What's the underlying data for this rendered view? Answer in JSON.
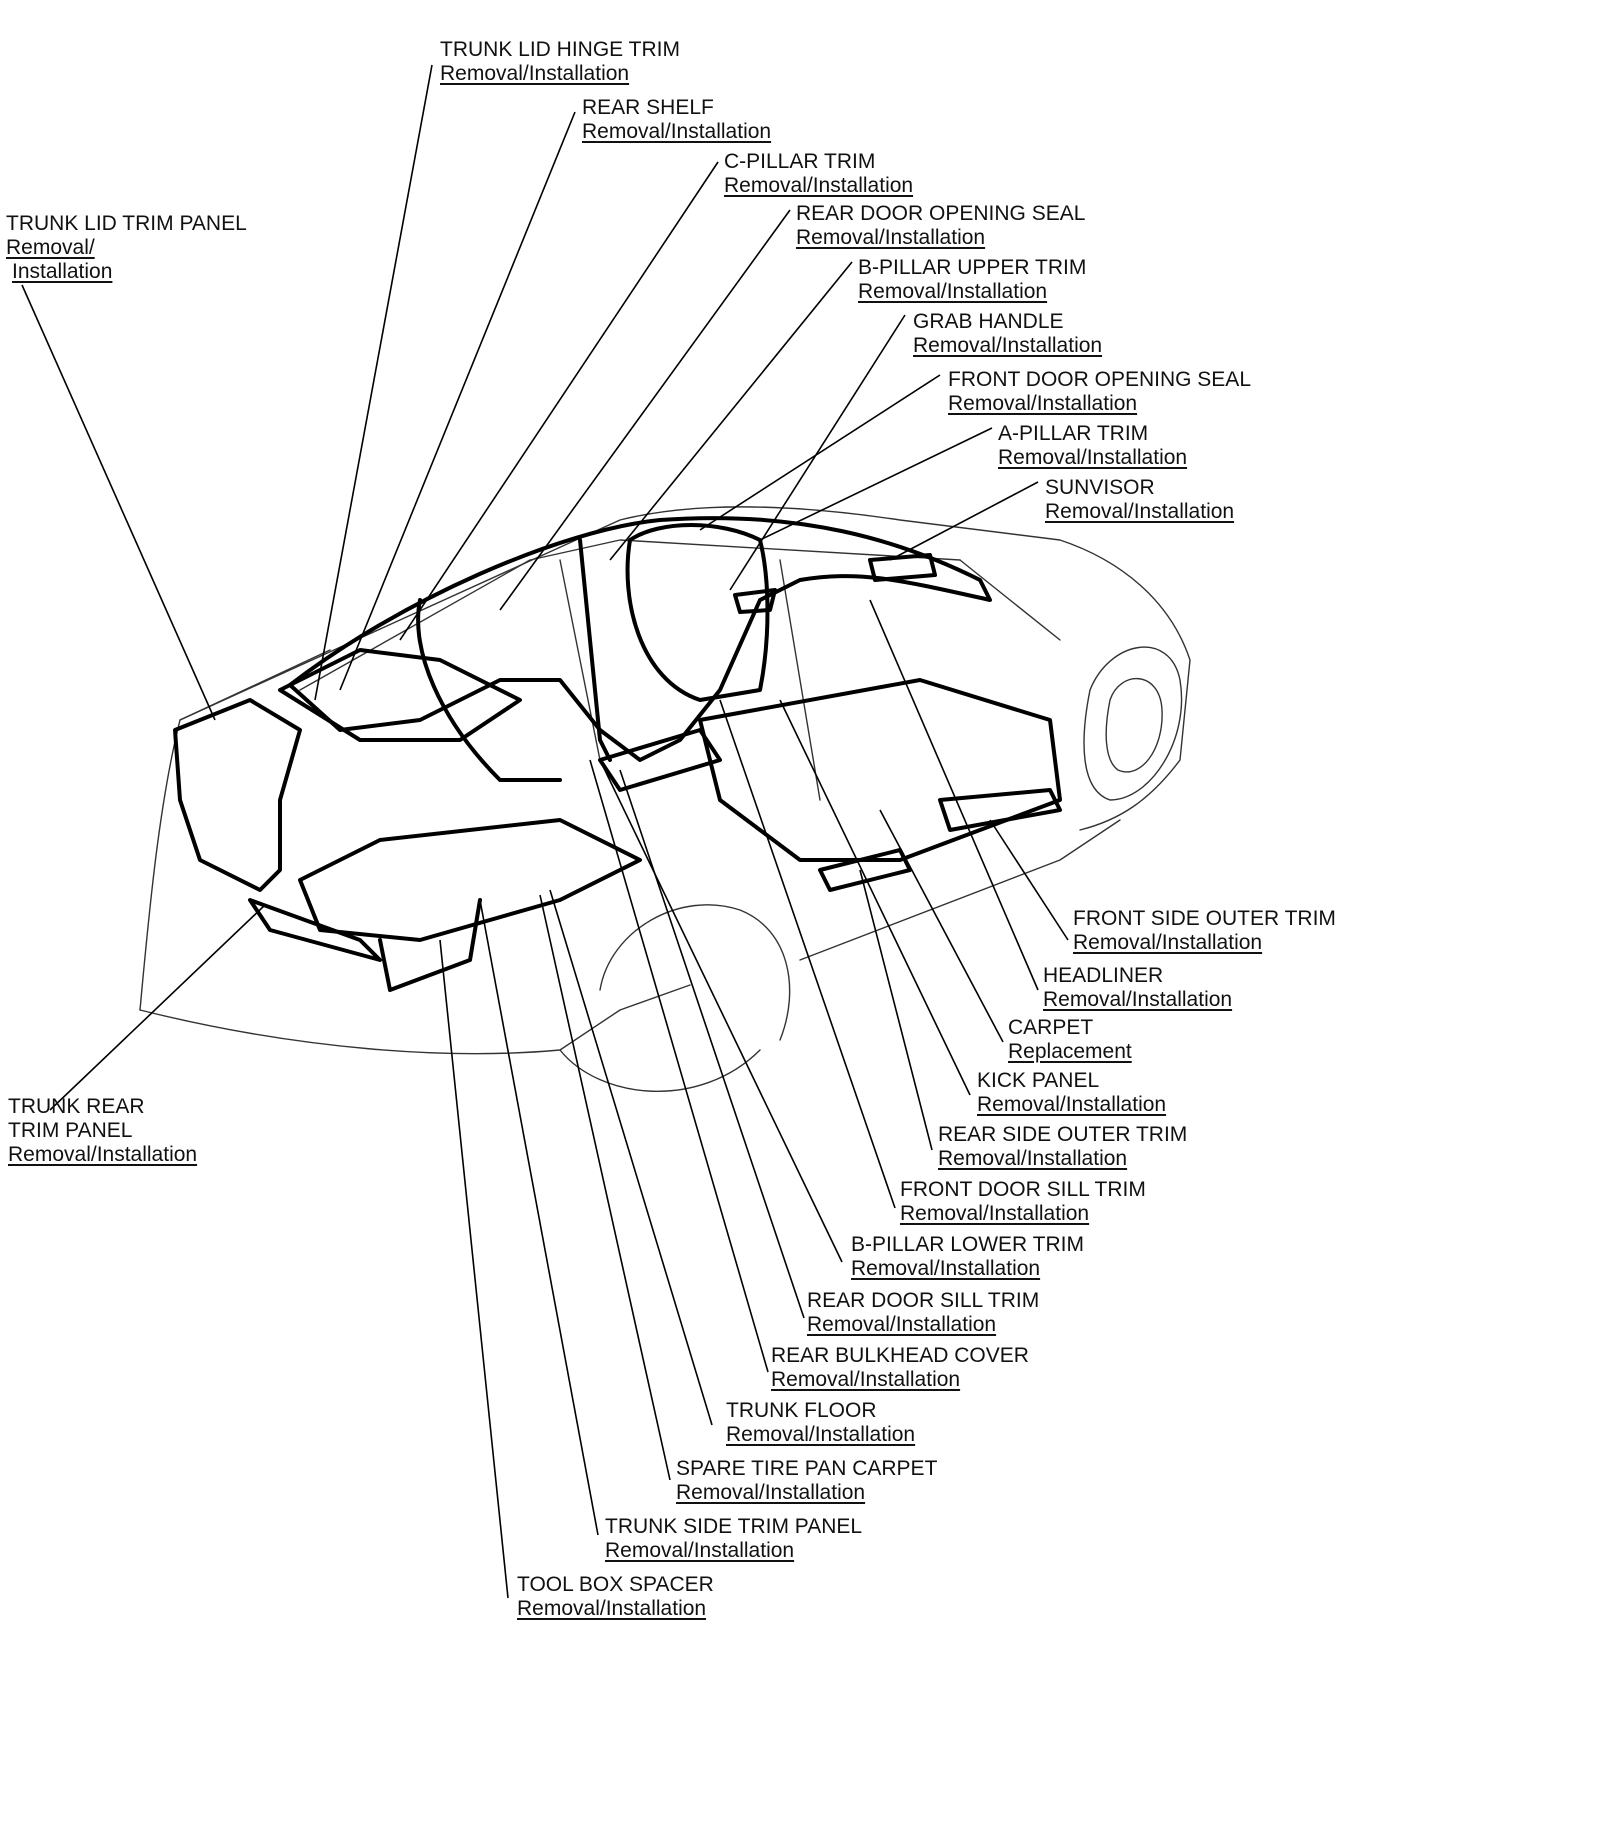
{
  "labels": {
    "trunk_lid_hinge_trim": {
      "name": "TRUNK LID HINGE TRIM",
      "action": "Removal/Installation"
    },
    "rear_shelf": {
      "name": "REAR SHELF",
      "action": "Removal/Installation"
    },
    "c_pillar_trim": {
      "name": "C-PILLAR TRIM",
      "action": "Removal/Installation"
    },
    "rear_door_opening_seal": {
      "name": "REAR DOOR OPENING SEAL",
      "action": "Removal/Installation"
    },
    "b_pillar_upper_trim": {
      "name": "B-PILLAR UPPER TRIM",
      "action": "Removal/Installation"
    },
    "grab_handle": {
      "name": "GRAB HANDLE",
      "action": "Removal/Installation"
    },
    "front_door_opening_seal": {
      "name": "FRONT DOOR OPENING SEAL",
      "action": "Removal/Installation"
    },
    "a_pillar_trim": {
      "name": "A-PILLAR TRIM",
      "action": "Removal/Installation"
    },
    "sunvisor": {
      "name": "SUNVISOR",
      "action": "Removal/Installation"
    },
    "trunk_lid_trim_panel": {
      "name": "TRUNK LID TRIM PANEL",
      "action_line1": "Removal/",
      "action_line2": "Installation"
    },
    "front_side_outer_trim": {
      "name": "FRONT SIDE OUTER TRIM",
      "action": "Removal/Installation"
    },
    "headliner": {
      "name": "HEADLINER",
      "action": "Removal/Installation"
    },
    "carpet": {
      "name": "CARPET",
      "action": "Replacement"
    },
    "kick_panel": {
      "name": "KICK PANEL",
      "action": "Removal/Installation"
    },
    "rear_side_outer_trim": {
      "name": "REAR SIDE OUTER TRIM",
      "action": "Removal/Installation"
    },
    "front_door_sill_trim": {
      "name": "FRONT DOOR SILL TRIM",
      "action": "Removal/Installation"
    },
    "b_pillar_lower_trim": {
      "name": "B-PILLAR LOWER TRIM",
      "action": "Removal/Installation"
    },
    "rear_door_sill_trim": {
      "name": "REAR DOOR SILL TRIM",
      "action": "Removal/Installation"
    },
    "rear_bulkhead_cover": {
      "name": "REAR BULKHEAD COVER",
      "action": "Removal/Installation"
    },
    "trunk_floor": {
      "name": "TRUNK FLOOR",
      "action": "Removal/Installation"
    },
    "spare_tire_pan_carpet": {
      "name": "SPARE TIRE PAN CARPET",
      "action": "Removal/Installation"
    },
    "trunk_side_trim_panel": {
      "name": "TRUNK SIDE TRIM PANEL",
      "action": "Removal/Installation"
    },
    "tool_box_spacer": {
      "name": "TOOL BOX SPACER",
      "action": "Removal/Installation"
    },
    "trunk_rear_trim_panel": {
      "name_line1": "TRUNK REAR",
      "name_line2": "TRIM PANEL",
      "action": "Removal/Installation"
    }
  }
}
